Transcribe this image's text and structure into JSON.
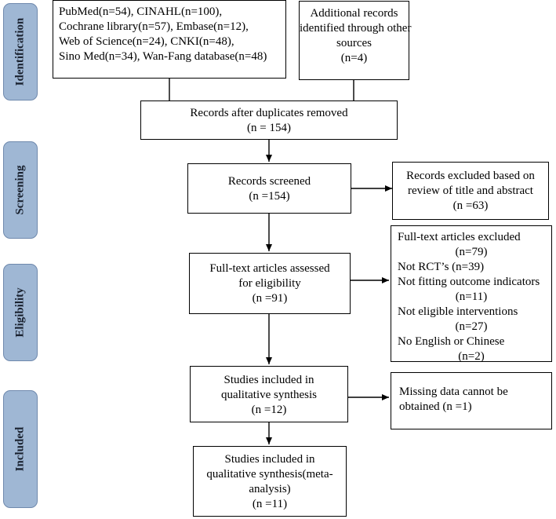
{
  "stages": {
    "identification": "Identification",
    "screening": "Screening",
    "eligibility": "Eligibility",
    "included": "Included"
  },
  "boxes": {
    "databases": [
      "PubMed(n=54), CINAHL(n=100),",
      "Cochrane library(n=57), Embase(n=12),",
      "Web of Science(n=24), CNKI(n=48),",
      "Sino Med(n=34), Wan-Fang database(n=48)"
    ],
    "other_sources": [
      "Additional records",
      "identified through other",
      "sources",
      "(n=4)"
    ],
    "duplicates_removed": [
      "Records after duplicates removed",
      "(n = 154)"
    ],
    "screened": [
      "Records screened",
      "(n =154)"
    ],
    "excluded_title_abstract": [
      "Records excluded based on",
      "review of title and abstract",
      "(n =63)"
    ],
    "fulltext_assessed": [
      "Full-text articles assessed",
      "for eligibility",
      "(n =91)"
    ],
    "fulltext_excluded": {
      "heading": "Full-text articles excluded",
      "total": "(n=79)",
      "r1": "Not RCT’s (n=39)",
      "r2": "Not fitting outcome indicators",
      "r2n": "(n=11)",
      "r3": "Not eligible interventions",
      "r3n": "(n=27)",
      "r4": "No English or Chinese",
      "r4n": "(n=2)"
    },
    "qualitative": [
      "Studies included in",
      "qualitative synthesis",
      "(n =12)"
    ],
    "missing": [
      "Missing data cannot be",
      "obtained (n =1)"
    ],
    "meta": [
      "Studies included in",
      "qualitative synthesis(meta-",
      "analysis)",
      "(n =11)"
    ]
  }
}
